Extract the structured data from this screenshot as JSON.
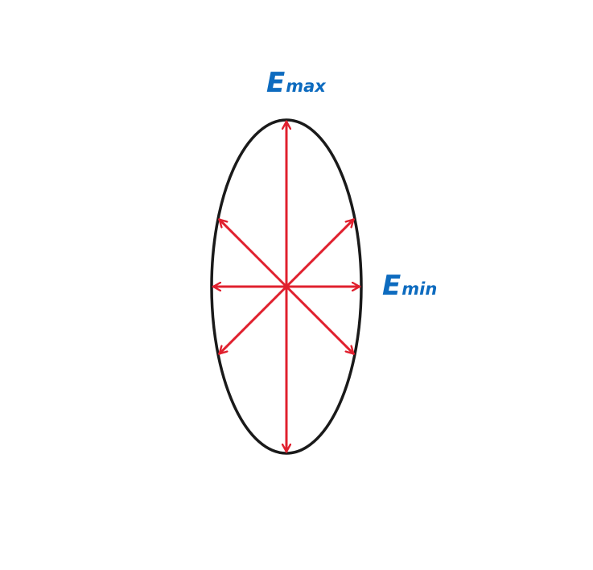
{
  "labels": {
    "e_max": {
      "symbol": "E",
      "subscript": "max"
    },
    "e_min": {
      "symbol": "E",
      "subscript": "min"
    }
  },
  "colors": {
    "ellipse": "#1a1a1a",
    "arrows": "#e0202e",
    "labels": "#0d6bbf"
  },
  "arrow_angles_deg": [
    90,
    270,
    0,
    180,
    45,
    135,
    225,
    315
  ]
}
